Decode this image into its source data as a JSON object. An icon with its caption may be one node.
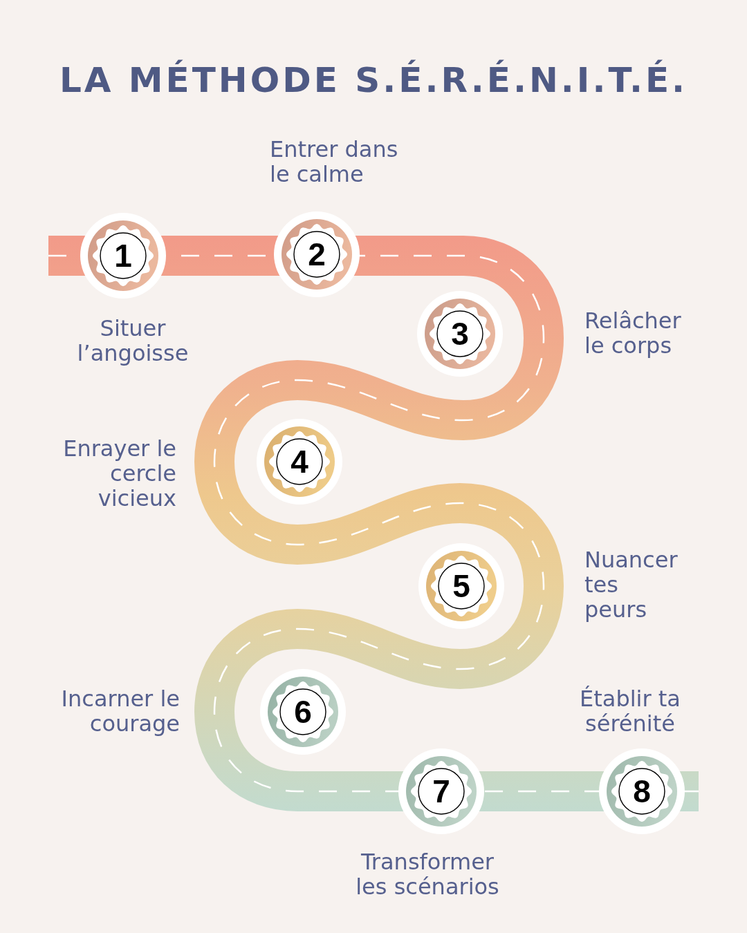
{
  "diagram": {
    "title": "LA MÉTHODE S.É.R.É.N.I.T.É.",
    "nodes": [
      {
        "text": [
          "1"
        ],
        "beside": [
          "Situer l’angoisse"
        ]
      },
      {
        "text": [
          "2"
        ],
        "beside": [
          "Entrer dans le calme"
        ]
      },
      {
        "text": [
          "3"
        ],
        "beside": [
          "Relâcher le corps"
        ]
      },
      {
        "text": [
          "4"
        ],
        "beside": [
          "Enrayer le cercle vicieux"
        ]
      },
      {
        "text": [
          "5"
        ],
        "beside": [
          "Nuancer tes peurs"
        ]
      },
      {
        "text": [
          "6"
        ],
        "beside": [
          "Incarner le courage"
        ]
      },
      {
        "text": [
          "7"
        ],
        "beside": [
          "Transformer les scénarios"
        ]
      },
      {
        "text": [
          "8"
        ],
        "beside": [
          "Établir ta sérénité"
        ]
      }
    ]
  }
}
